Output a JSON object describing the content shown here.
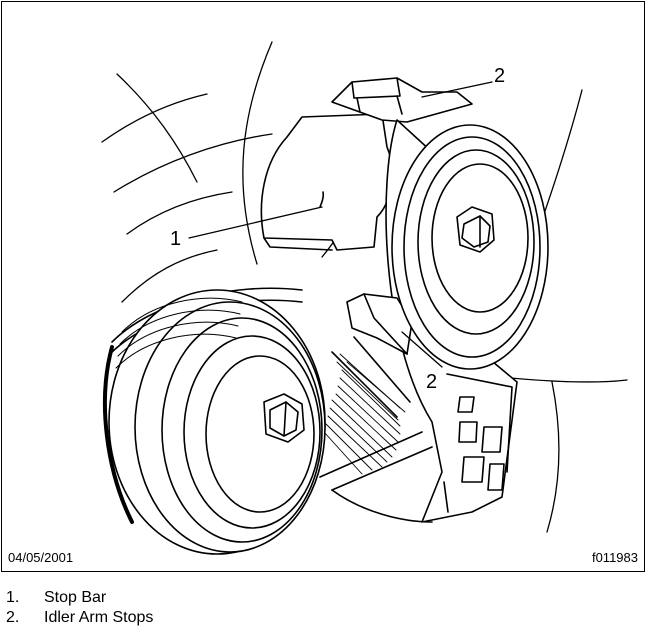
{
  "callouts": {
    "stop_bar": "1",
    "idler_stop_top": "2",
    "idler_stop_bottom": "2"
  },
  "footer": {
    "date": "04/05/2001",
    "figure_id": "f011983"
  },
  "legend": [
    {
      "number": "1.",
      "label": "Stop Bar"
    },
    {
      "number": "2.",
      "label": "Idler Arm Stops"
    }
  ]
}
